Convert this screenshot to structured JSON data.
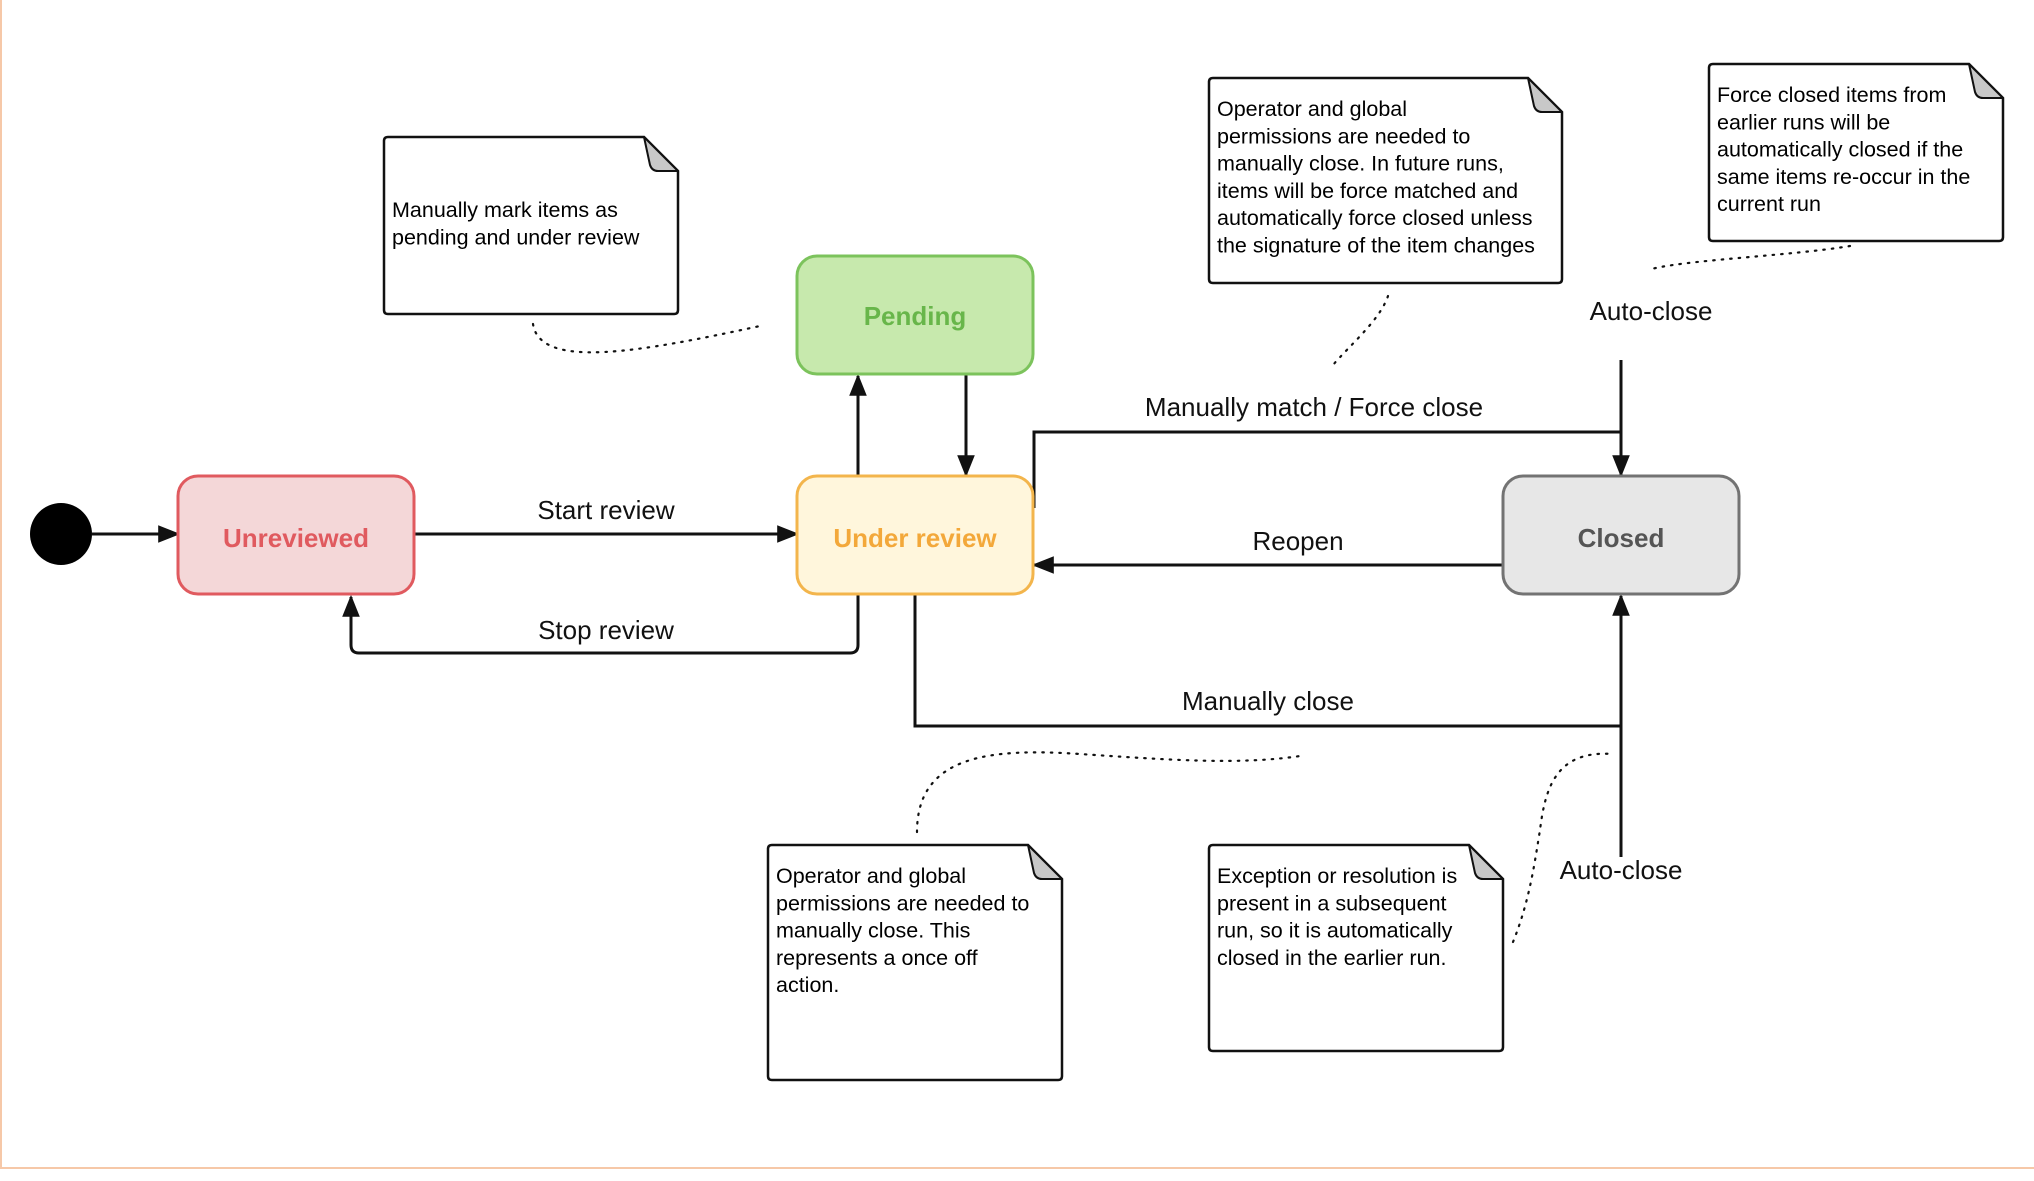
{
  "states": {
    "unreviewed": {
      "label": "Unreviewed",
      "fill": "#f4d7d8",
      "stroke": "#e05a5f",
      "text": "#e05a5f"
    },
    "pending": {
      "label": "Pending",
      "fill": "#c7e9ad",
      "stroke": "#7cc35c",
      "text": "#68b64a"
    },
    "under_review": {
      "label": "Under review",
      "fill": "#fff6dc",
      "stroke": "#f3b54c",
      "text": "#f3a83a"
    },
    "closed": {
      "label": "Closed",
      "fill": "#e7e7e7",
      "stroke": "#737373",
      "text": "#555555"
    }
  },
  "transitions": {
    "start_review": "Start review",
    "stop_review": "Stop review",
    "manually_match_force_close": "Manually match / Force close",
    "reopen": "Reopen",
    "manually_close": "Manually close",
    "auto_close_top": "Auto-close",
    "auto_close_bottom": "Auto-close"
  },
  "notes": {
    "pending_note": [
      "Manually mark items as",
      "pending and under review"
    ],
    "force_close_note": [
      "Operator and global",
      "permissions are needed to",
      "manually close. In future runs,",
      "items will be force matched and",
      "automatically force closed unless",
      "the signature of the item changes"
    ],
    "auto_close_top_note": [
      "Force closed items from",
      "earlier runs will be",
      "automatically closed if the",
      "same items re-occur in the",
      "current run"
    ],
    "manual_close_note": [
      "Operator and global",
      "permissions are needed to",
      "manually close. This",
      "represents a once off",
      "action."
    ],
    "auto_close_bottom_note": [
      "Exception or resolution is",
      "present in a subsequent",
      "run, so it is automatically",
      "closed in the earlier run."
    ]
  },
  "colors": {
    "frame_border": "#f6c8a8",
    "line": "#111111",
    "note_fold": "#c8c8c8"
  }
}
